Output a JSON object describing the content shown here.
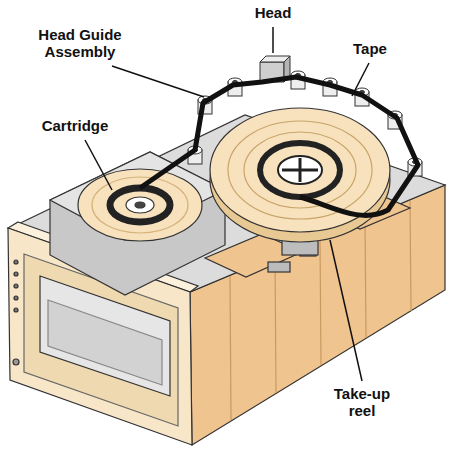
{
  "diagram": {
    "labels": [
      "Head",
      "Head Guide Assembly",
      "Tape",
      "Cartridge",
      "Take-up reel"
    ]
  }
}
